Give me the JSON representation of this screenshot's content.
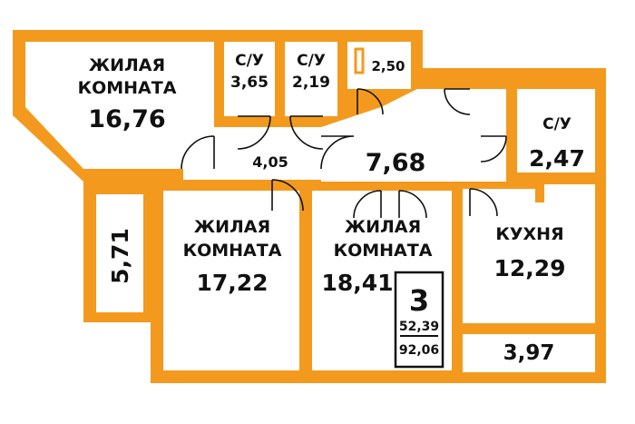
{
  "colors": {
    "wall": "#F39A1E",
    "floor": "#FFFFFF",
    "text": "#111111"
  },
  "rooms": {
    "living1": {
      "line1": "ЖИЛАЯ",
      "line2": "КОМНАТА",
      "area": "16,76"
    },
    "bath1": {
      "label": "С/У",
      "area": "3,65"
    },
    "bath2": {
      "label": "С/У",
      "area": "2,19"
    },
    "closet": {
      "area": "2,50"
    },
    "hall_left": {
      "area": "4,05"
    },
    "hall_center": {
      "area": "7,68"
    },
    "bath3": {
      "label": "С/У",
      "area": "2,47"
    },
    "balcony": {
      "area": "5,71"
    },
    "living2": {
      "line1": "ЖИЛАЯ",
      "line2": "КОМНАТА",
      "area": "17,22"
    },
    "living3": {
      "line1": "ЖИЛАЯ",
      "line2": "КОМНАТА",
      "area": "18,41"
    },
    "kitchen": {
      "label": "КУХНЯ",
      "area": "12,29"
    },
    "loggia": {
      "area": "3,97"
    }
  },
  "summary": {
    "rooms_count": "3",
    "living_area": "52,39",
    "total_area": "92,06"
  }
}
